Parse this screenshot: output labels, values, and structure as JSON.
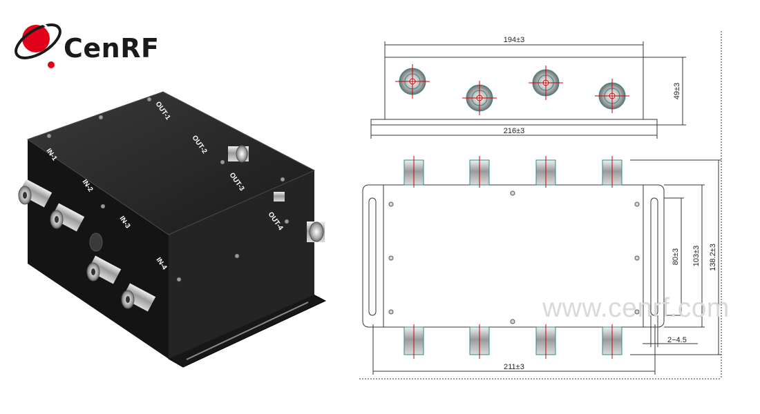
{
  "brand": {
    "name": "CenRF",
    "logo_icon": "orbit-logo-icon",
    "logo_color": "#e3001b"
  },
  "watermark": "www.cenrf.com",
  "product": {
    "ports": [
      "IN-1",
      "IN-2",
      "IN-3",
      "IN-4",
      "OUT-1",
      "OUT-2",
      "OUT-3",
      "OUT-4"
    ],
    "body_color": "#1c1c1c"
  },
  "drawing": {
    "top_length": "194±3",
    "height": "49±3",
    "base_length": "216±3",
    "mount_spacing": "80±3",
    "body_width": "103±3",
    "overall_width": "138.2±3",
    "slot": "2−4.5",
    "overall_length": "211±3"
  }
}
